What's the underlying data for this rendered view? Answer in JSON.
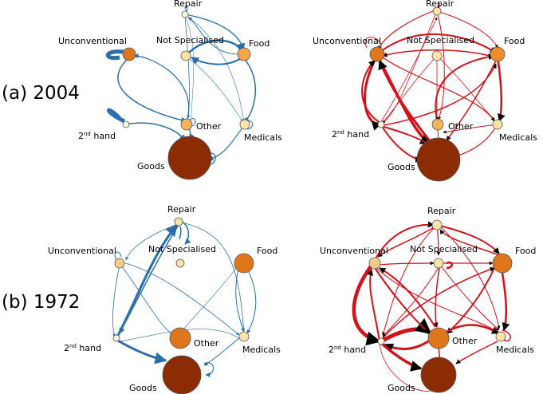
{
  "row_labels": [
    "(a) 2004",
    "(b) 1972"
  ],
  "node_labels": {
    "repair": "Repair",
    "not_specialised": "Not Specialised",
    "unconventional": "Unconventional",
    "food": "Food",
    "second_hand_base": "2",
    "second_hand_sup": "nd",
    "second_hand_rest": " hand",
    "other": "Other",
    "medicals": "Medicals",
    "goods": "Goods"
  },
  "colors": {
    "blue_edges": "#2a6fa8",
    "red_edges": "#d0121b",
    "node_dark": "#8b2c05",
    "node_orange": "#df761b",
    "node_light": "#f5b35c",
    "node_pale": "#fde3a7",
    "node_cream": "#fffde0"
  },
  "panels": [
    {
      "id": "2004-blue",
      "nodes": {
        "repair": {
          "fill": "#fffde0",
          "size": 6
        },
        "not_specialised": {
          "fill": "#fde3a7",
          "size": 7
        },
        "unconventional": {
          "fill": "#df761b",
          "size": 9
        },
        "food": {
          "fill": "#f5a748",
          "size": 9
        },
        "second_hand": {
          "fill": "#fffde0",
          "size": 5
        },
        "other": {
          "fill": "#f5b35c",
          "size": 8
        },
        "medicals": {
          "fill": "#fde3a7",
          "size": 6
        },
        "goods": {
          "fill": "#8b2c05",
          "size": 30
        }
      }
    },
    {
      "id": "2004-red",
      "nodes": {
        "repair": {
          "fill": "#fde3a7",
          "size": 6
        },
        "not_specialised": {
          "fill": "#fde3a7",
          "size": 7
        },
        "unconventional": {
          "fill": "#df761b",
          "size": 10
        },
        "food": {
          "fill": "#f08c2c",
          "size": 10
        },
        "second_hand": {
          "fill": "#fffde0",
          "size": 5
        },
        "other": {
          "fill": "#f5b35c",
          "size": 8
        },
        "medicals": {
          "fill": "#fde3a7",
          "size": 7
        },
        "goods": {
          "fill": "#8b2c05",
          "size": 30
        }
      }
    },
    {
      "id": "1972-blue",
      "nodes": {
        "repair": {
          "fill": "#fde3a7",
          "size": 6
        },
        "not_specialised": {
          "fill": "#fde3a7",
          "size": 6
        },
        "unconventional": {
          "fill": "#fbc98a",
          "size": 7
        },
        "food": {
          "fill": "#df761b",
          "size": 13
        },
        "second_hand": {
          "fill": "#fffde0",
          "size": 5
        },
        "other": {
          "fill": "#df761b",
          "size": 14
        },
        "medicals": {
          "fill": "#fde3a7",
          "size": 7
        },
        "goods": {
          "fill": "#8b2c05",
          "size": 26
        }
      }
    },
    {
      "id": "1972-red",
      "nodes": {
        "repair": {
          "fill": "#fde3a7",
          "size": 7
        },
        "not_specialised": {
          "fill": "#fde3a7",
          "size": 7
        },
        "unconventional": {
          "fill": "#fbc98a",
          "size": 8
        },
        "food": {
          "fill": "#df761b",
          "size": 13
        },
        "second_hand": {
          "fill": "#fffde0",
          "size": 5
        },
        "other": {
          "fill": "#df761b",
          "size": 14
        },
        "medicals": {
          "fill": "#fde3a7",
          "size": 7
        },
        "goods": {
          "fill": "#8b2c05",
          "size": 24
        }
      }
    }
  ]
}
